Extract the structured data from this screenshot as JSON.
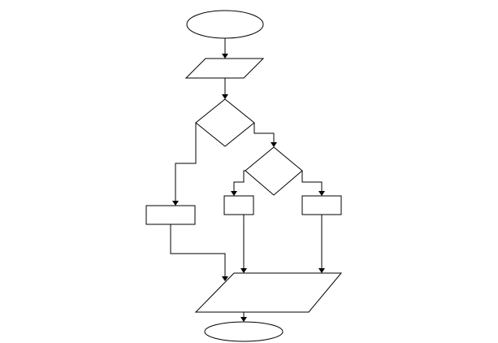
{
  "diagram": {
    "type": "flowchart",
    "line_color": "#000000",
    "fill_color": "#ffffff",
    "background_color": "#ffffff",
    "nodes": [
      {
        "id": "start",
        "shape": "terminator",
        "label": ""
      },
      {
        "id": "input",
        "shape": "data",
        "label": ""
      },
      {
        "id": "decision-1",
        "shape": "decision",
        "label": ""
      },
      {
        "id": "decision-2",
        "shape": "decision",
        "label": ""
      },
      {
        "id": "process-left",
        "shape": "process",
        "label": ""
      },
      {
        "id": "process-middle",
        "shape": "process",
        "label": ""
      },
      {
        "id": "process-right",
        "shape": "process",
        "label": ""
      },
      {
        "id": "output",
        "shape": "data",
        "label": ""
      },
      {
        "id": "end",
        "shape": "terminator",
        "label": ""
      }
    ],
    "edges": [
      {
        "from": "start",
        "to": "input"
      },
      {
        "from": "input",
        "to": "decision-1"
      },
      {
        "from": "decision-1",
        "to": "process-left"
      },
      {
        "from": "decision-1",
        "to": "decision-2"
      },
      {
        "from": "decision-2",
        "to": "process-middle"
      },
      {
        "from": "decision-2",
        "to": "process-right"
      },
      {
        "from": "process-left",
        "to": "output"
      },
      {
        "from": "process-middle",
        "to": "output"
      },
      {
        "from": "process-right",
        "to": "output"
      },
      {
        "from": "output",
        "to": "end"
      }
    ]
  }
}
